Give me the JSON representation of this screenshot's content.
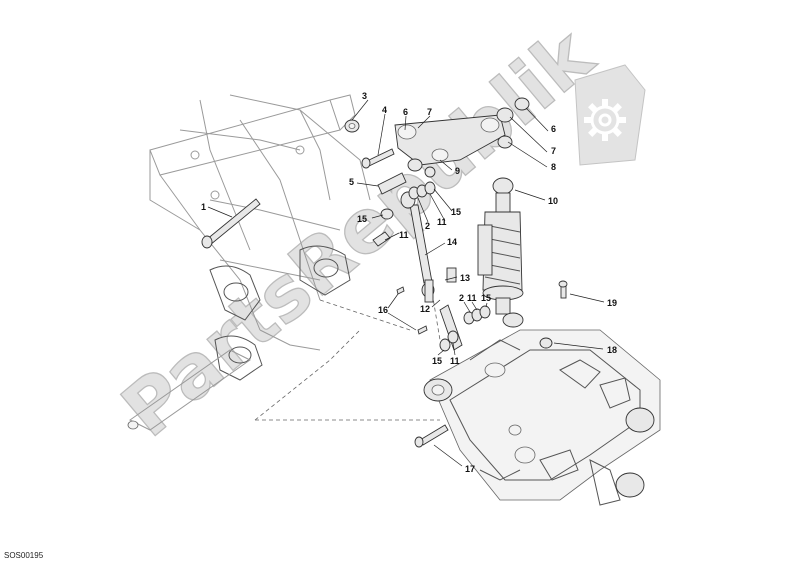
{
  "diagram": {
    "watermark": "PartsRepublik",
    "drawing_code": "SOS00195",
    "callouts": [
      "1",
      "2",
      "2",
      "3",
      "4",
      "5",
      "6",
      "6",
      "7",
      "7",
      "8",
      "9",
      "10",
      "11",
      "11",
      "11",
      "11",
      "12",
      "13",
      "14",
      "15",
      "15",
      "15",
      "15",
      "16",
      "17",
      "18",
      "19"
    ]
  }
}
